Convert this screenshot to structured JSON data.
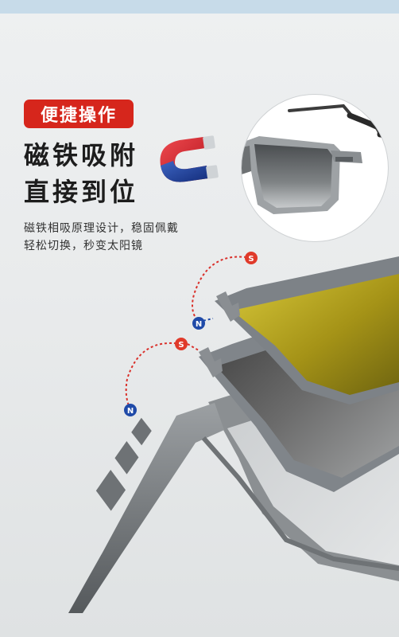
{
  "header": {
    "badge": "便捷操作",
    "headline_line1": "磁铁吸附",
    "headline_line2": "直接到位"
  },
  "description": {
    "line1": "磁铁相吸原理设计，稳固佩戴",
    "line2": "轻松切换，秒变太阳镜"
  },
  "poles": {
    "upper_s": "S",
    "upper_n": "N",
    "lower_s": "S",
    "lower_n": "N"
  },
  "colors": {
    "badge": "#d6261c",
    "magnet_red": "#d2232a",
    "magnet_blue": "#1f3f9a",
    "pole_s": "#e03a2a",
    "pole_n": "#1f4aa8",
    "yellow_lens": "#b9a91c",
    "grey_lens": "#6a6a6a"
  }
}
